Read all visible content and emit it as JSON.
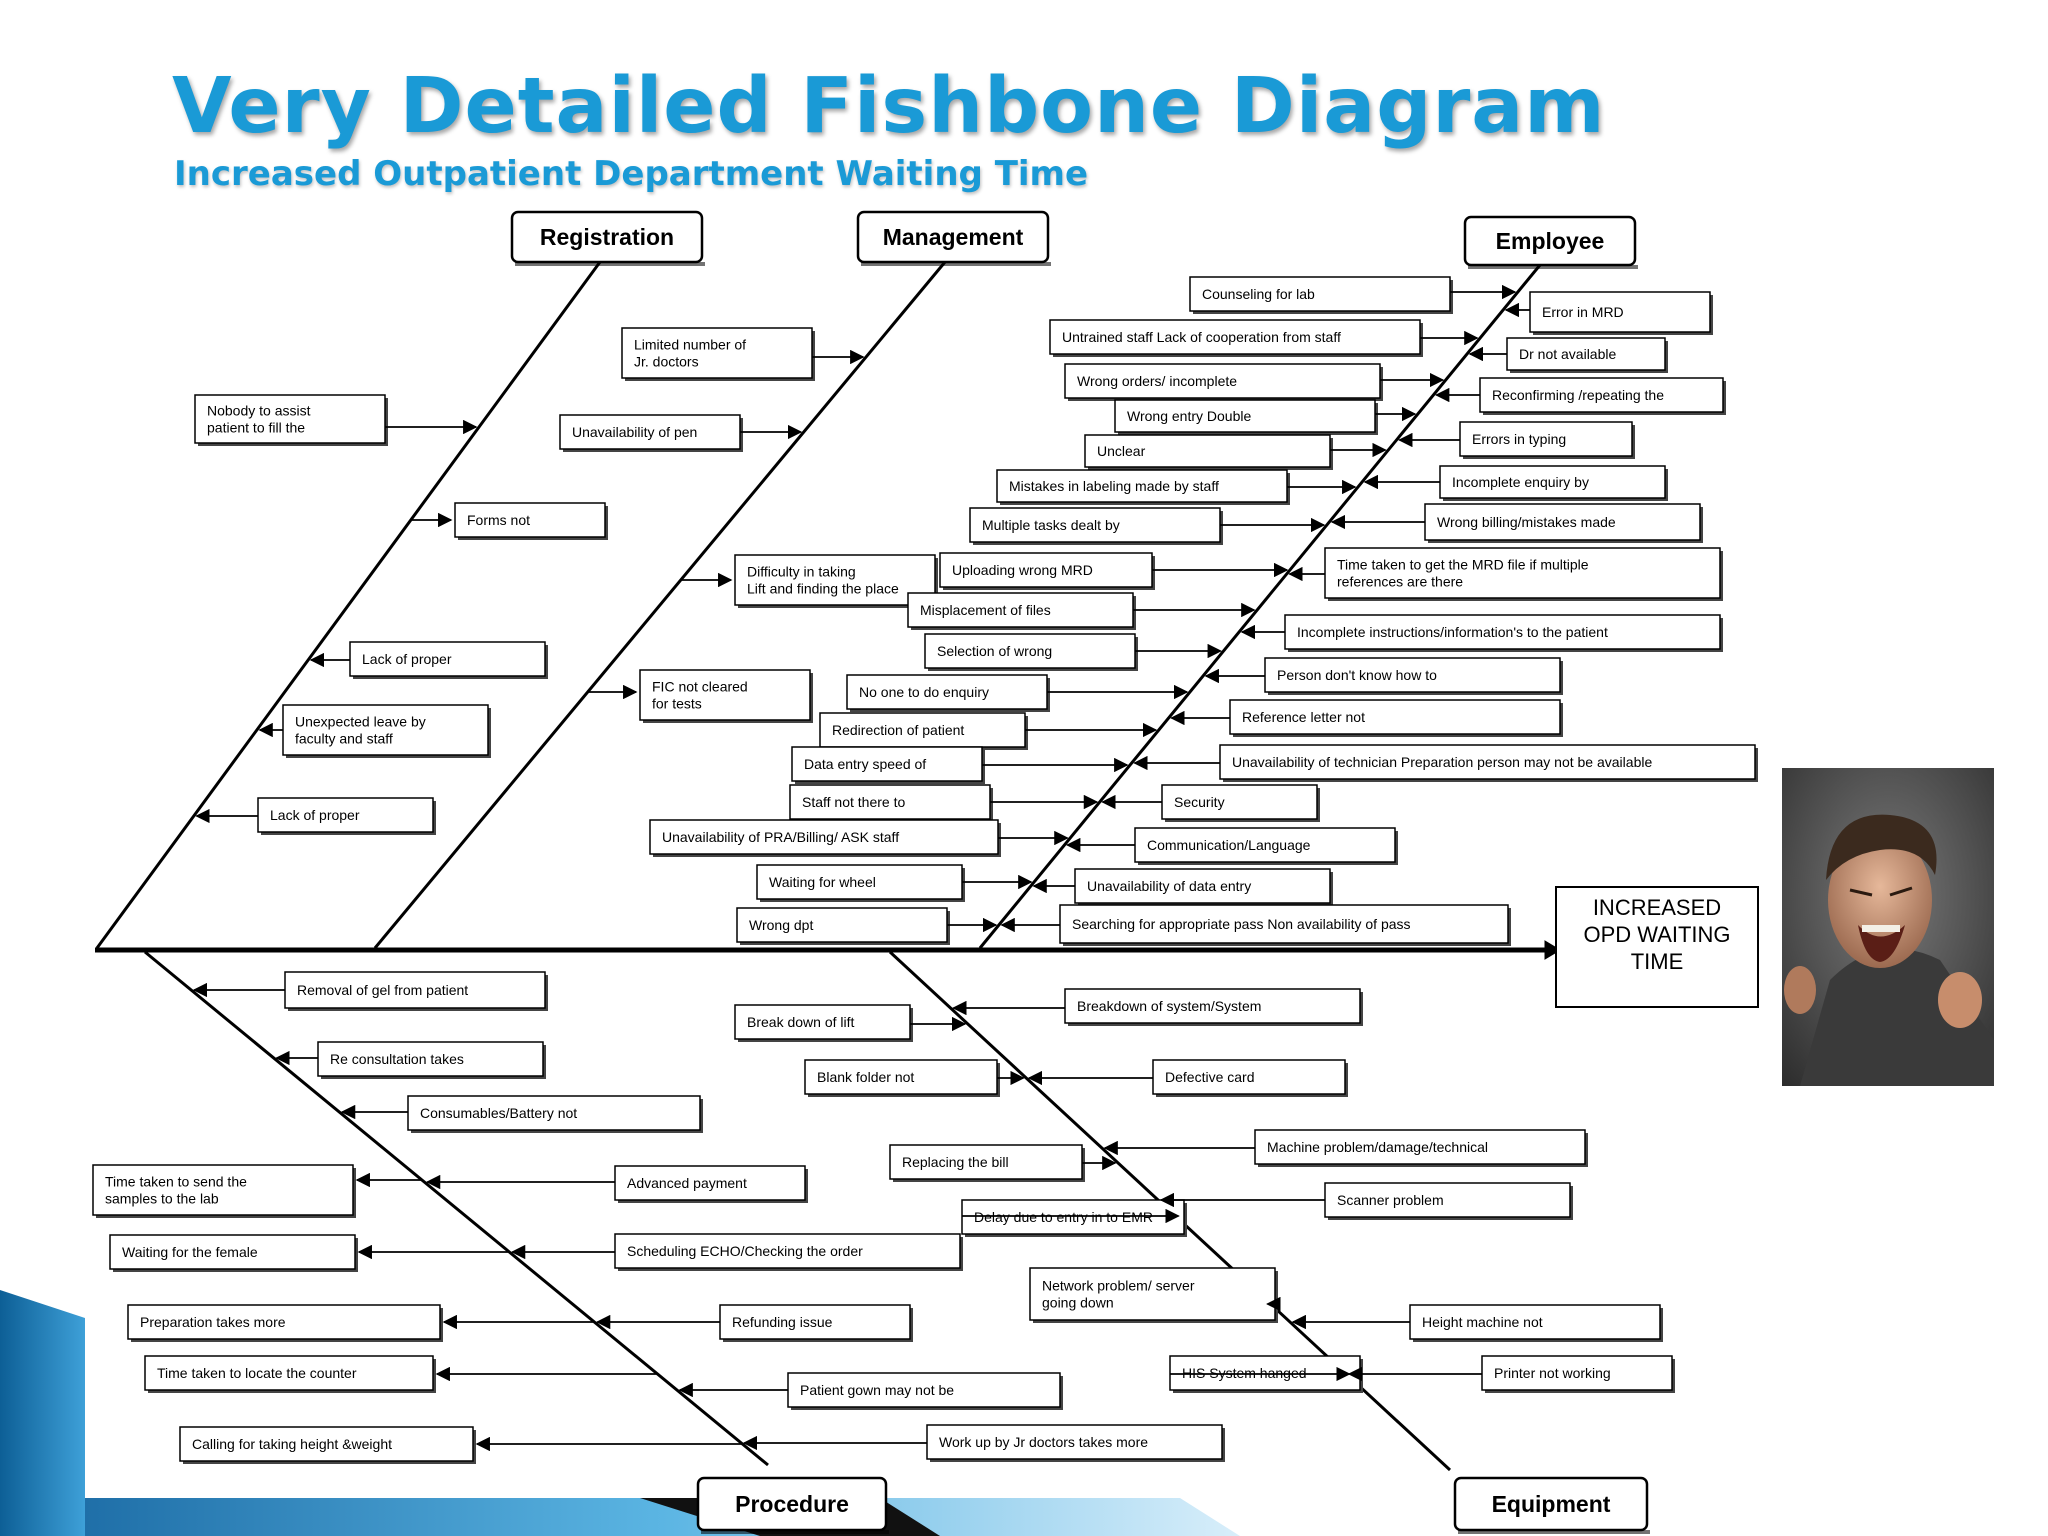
{
  "title": "Very Detailed Fishbone Diagram",
  "subtitle": "Increased Outpatient Department Waiting Time",
  "effect": [
    "INCREASED",
    "OPD WAITING",
    "TIME"
  ],
  "colors": {
    "title": "#1a9ad6",
    "line": "#000000",
    "box_border": "#000000",
    "accent_bar": "#2a8ac4"
  },
  "categories": {
    "registration": "Registration",
    "management": "Management",
    "employee": "Employee",
    "procedure": "Procedure",
    "equipment": "Equipment"
  },
  "causes": {
    "registration": [
      [
        "Nobody to assist",
        "patient to fill the"
      ],
      [
        "Forms not"
      ],
      [
        "Lack of proper"
      ],
      [
        "Unexpected leave by",
        "faculty and staff"
      ],
      [
        "Lack of proper"
      ]
    ],
    "management": [
      [
        "Limited number of",
        "Jr. doctors"
      ],
      [
        "Unavailability of pen"
      ],
      [
        "Difficulty in taking",
        "Lift and finding the place"
      ],
      [
        "FIC not cleared",
        "for tests"
      ]
    ],
    "employee_left": [
      [
        "Counseling for lab"
      ],
      [
        "Untrained staff Lack of cooperation from staff"
      ],
      [
        "Wrong orders/ incomplete"
      ],
      [
        "Wrong entry Double"
      ],
      [
        "Unclear"
      ],
      [
        "Mistakes in labeling made by staff"
      ],
      [
        "Multiple tasks dealt by"
      ],
      [
        "Uploading wrong MRD"
      ],
      [
        "Misplacement of files"
      ],
      [
        "Selection of wrong"
      ],
      [
        "No one to do enquiry"
      ],
      [
        "Redirection of patient"
      ],
      [
        "Data entry speed of"
      ],
      [
        "Staff not there to"
      ],
      [
        "Unavailability of PRA/Billing/ ASK staff"
      ],
      [
        "Waiting for wheel"
      ],
      [
        "Wrong dpt"
      ]
    ],
    "employee_right": [
      [
        "Error in MRD"
      ],
      [
        "Dr not available"
      ],
      [
        "Reconfirming /repeating the"
      ],
      [
        "Errors in typing"
      ],
      [
        "Incomplete enquiry by"
      ],
      [
        "Wrong billing/mistakes made"
      ],
      [
        "Time taken to get the MRD file if multiple",
        "references are there"
      ],
      [
        "Incomplete instructions/information's to the patient"
      ],
      [
        "Person don't know how to"
      ],
      [
        "Reference letter not"
      ],
      [
        "Unavailability of technician Preparation person may not be available"
      ],
      [
        "Security"
      ],
      [
        "Communication/Language"
      ],
      [
        "Unavailability of data entry"
      ],
      [
        "Searching for appropriate pass Non availability of pass"
      ]
    ],
    "procedure": [
      [
        "Removal of gel from patient"
      ],
      [
        "Re consultation takes"
      ],
      [
        "Consumables/Battery not"
      ],
      [
        "Time taken to send the",
        "samples to the lab"
      ],
      [
        "Advanced payment"
      ],
      [
        "Waiting for the female"
      ],
      [
        "Scheduling ECHO/Checking the order"
      ],
      [
        "Preparation takes more"
      ],
      [
        "Refunding issue"
      ],
      [
        "Time taken to locate the counter"
      ],
      [
        "Patient gown may not be"
      ],
      [
        "Calling for taking height &weight"
      ],
      [
        "Work up by Jr doctors takes more"
      ]
    ],
    "equipment": [
      [
        "Break down of lift"
      ],
      [
        "Breakdown of system/System"
      ],
      [
        "Blank folder not"
      ],
      [
        "Defective card"
      ],
      [
        "Machine problem/damage/technical"
      ],
      [
        "Replacing the bill"
      ],
      [
        "Scanner problem"
      ],
      [
        "Delay due to entry in to EMR"
      ],
      [
        "Network problem/ server",
        "going down"
      ],
      [
        "Height machine not"
      ],
      [
        "HIS System hanged"
      ],
      [
        "Printer not working"
      ]
    ]
  }
}
